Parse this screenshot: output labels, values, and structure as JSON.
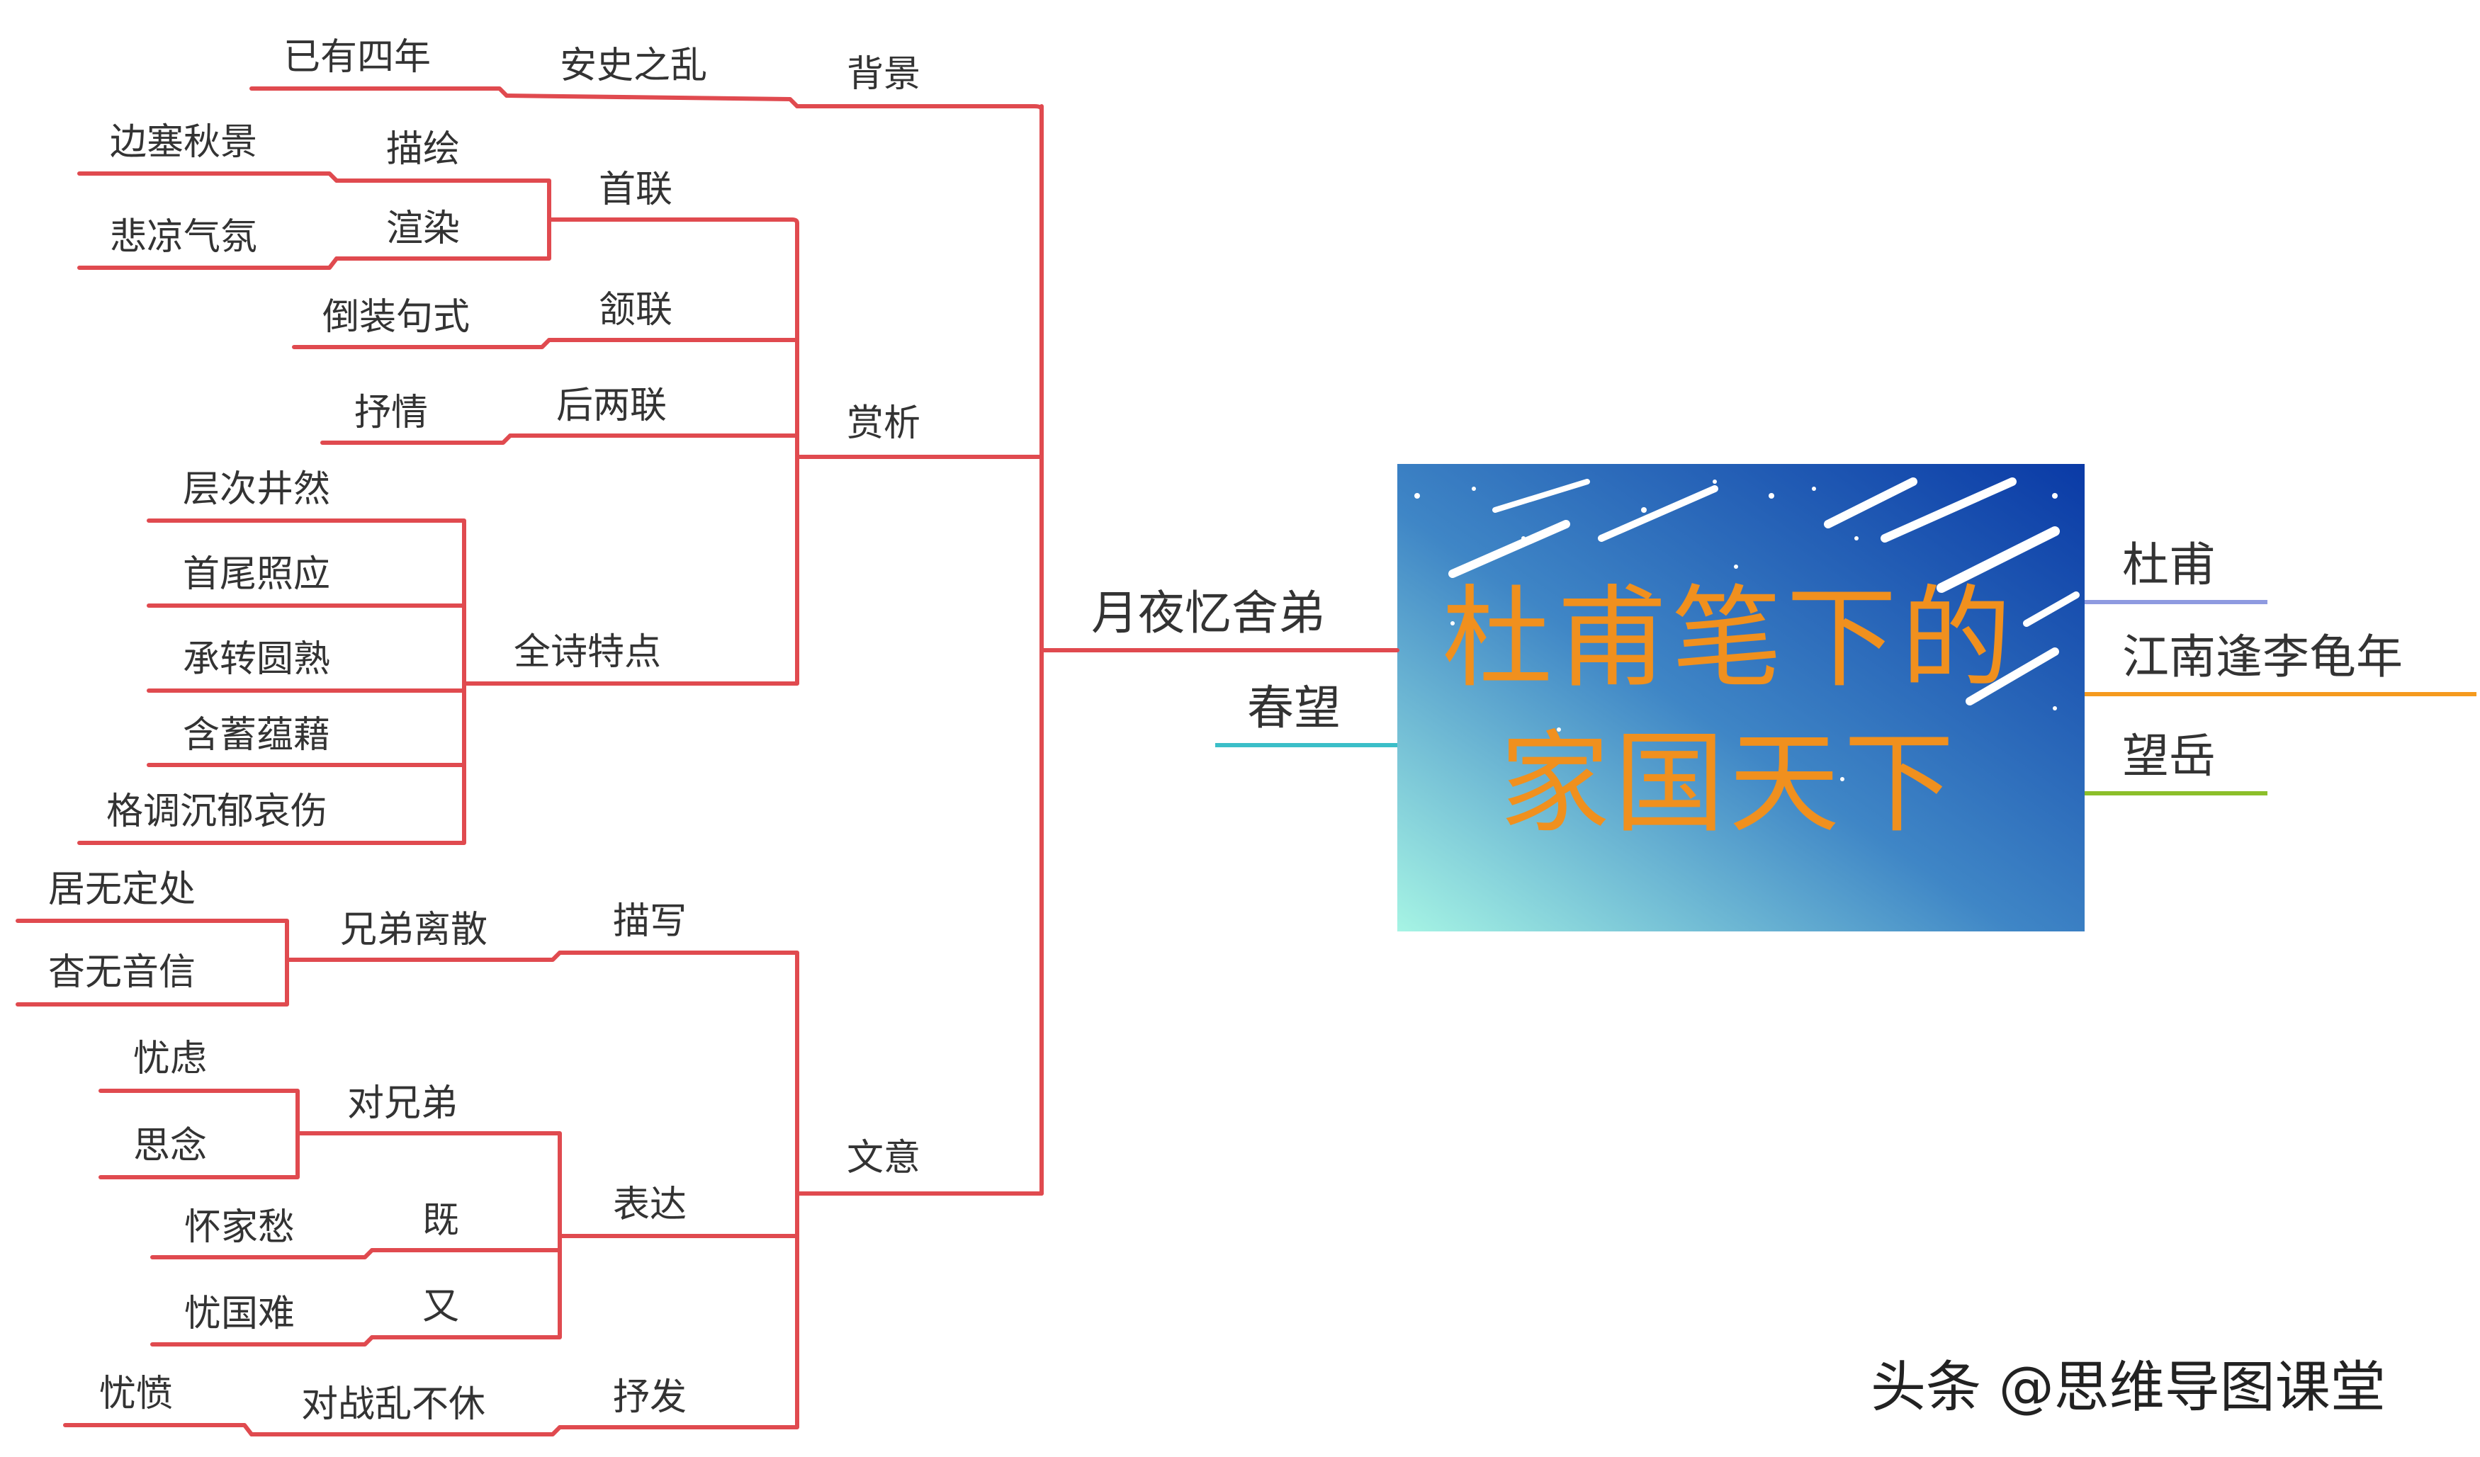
{
  "central_topic": {
    "line1": "杜甫笔下的",
    "line2": "家国天下"
  },
  "branches": {
    "yueye": "月夜忆舍弟",
    "chunwang": "春望",
    "dufu": "杜甫",
    "jiangnan": "江南逢李龟年",
    "wangyue": "望岳"
  },
  "yueye_tree": {
    "beijing": {
      "label": "背景",
      "anshi": "安史之乱",
      "sinian": "已有四年"
    },
    "shangxi": {
      "label": "赏析",
      "shoulian": {
        "label": "首联",
        "miaohui": "描绘",
        "bianse": "边塞秋景",
        "xuanran": "渲染",
        "beiliang": "悲凉气氛"
      },
      "hanlian": {
        "label": "颔联",
        "daozhuang": "倒装句式"
      },
      "houlianglian": {
        "label": "后两联",
        "shuqing": "抒情"
      },
      "quanshi": {
        "label": "全诗特点",
        "items": [
          "层次井然",
          "首尾照应",
          "承转圆熟",
          "含蓄蕴藉",
          "格调沉郁哀伤"
        ]
      }
    },
    "wenyi": {
      "label": "文意",
      "miaoxie": {
        "label": "描写",
        "xiongdi": "兄弟离散",
        "juwu": "居无定处",
        "yaowu": "杳无音信"
      },
      "biaoda": {
        "label": "表达",
        "duixiongdi": "对兄弟",
        "youlv": "忧虑",
        "sinian": "思念",
        "ji": "既",
        "huaijia": "怀家愁",
        "you": "又",
        "youguo": "忧国难"
      },
      "shufa": {
        "label": "抒发",
        "duizhan": "对战乱不休",
        "youfen": "忧愤"
      }
    }
  },
  "watermark": "头条 @思维导图课堂",
  "colors": {
    "red": "#e04a4f",
    "teal": "#3bbfc8",
    "purple": "#8e9ae0",
    "orange": "#f59a1e",
    "green": "#8cbf2a",
    "title": "#f0901e"
  }
}
